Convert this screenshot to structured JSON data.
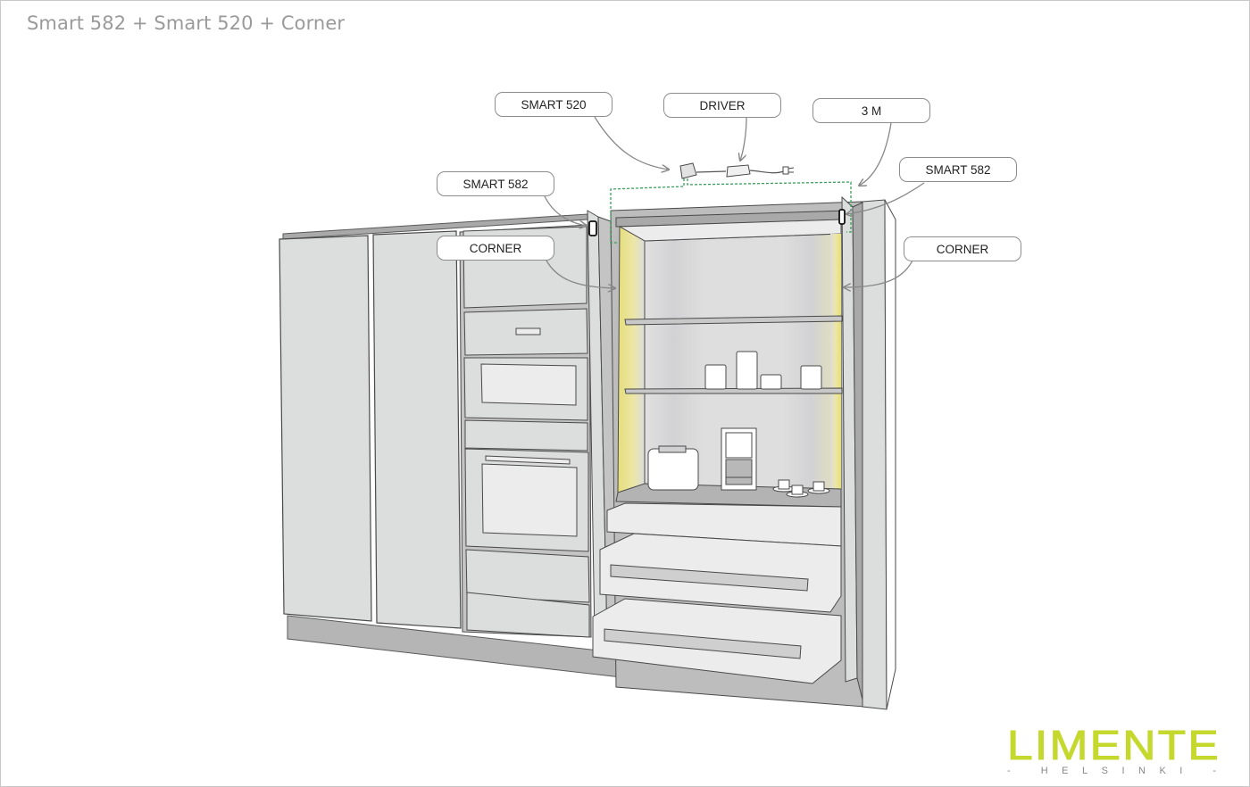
{
  "title": "Smart 582 + Smart 520 + Corner",
  "callouts": {
    "smart520": "SMART 520",
    "driver": "DRIVER",
    "three_m": "3 M",
    "smart582_left": "SMART 582",
    "smart582_right": "SMART 582",
    "corner_left": "CORNER",
    "corner_right": "CORNER"
  },
  "logo": {
    "brand": "LIMENTE",
    "subtitle": "- HELSINKI -",
    "color": "#c5d82e"
  },
  "colors": {
    "led_glow": "#e8e08a",
    "wiring": "#3aa05a",
    "cabinet": "#dcdddd",
    "outline": "#4a4a4a"
  }
}
